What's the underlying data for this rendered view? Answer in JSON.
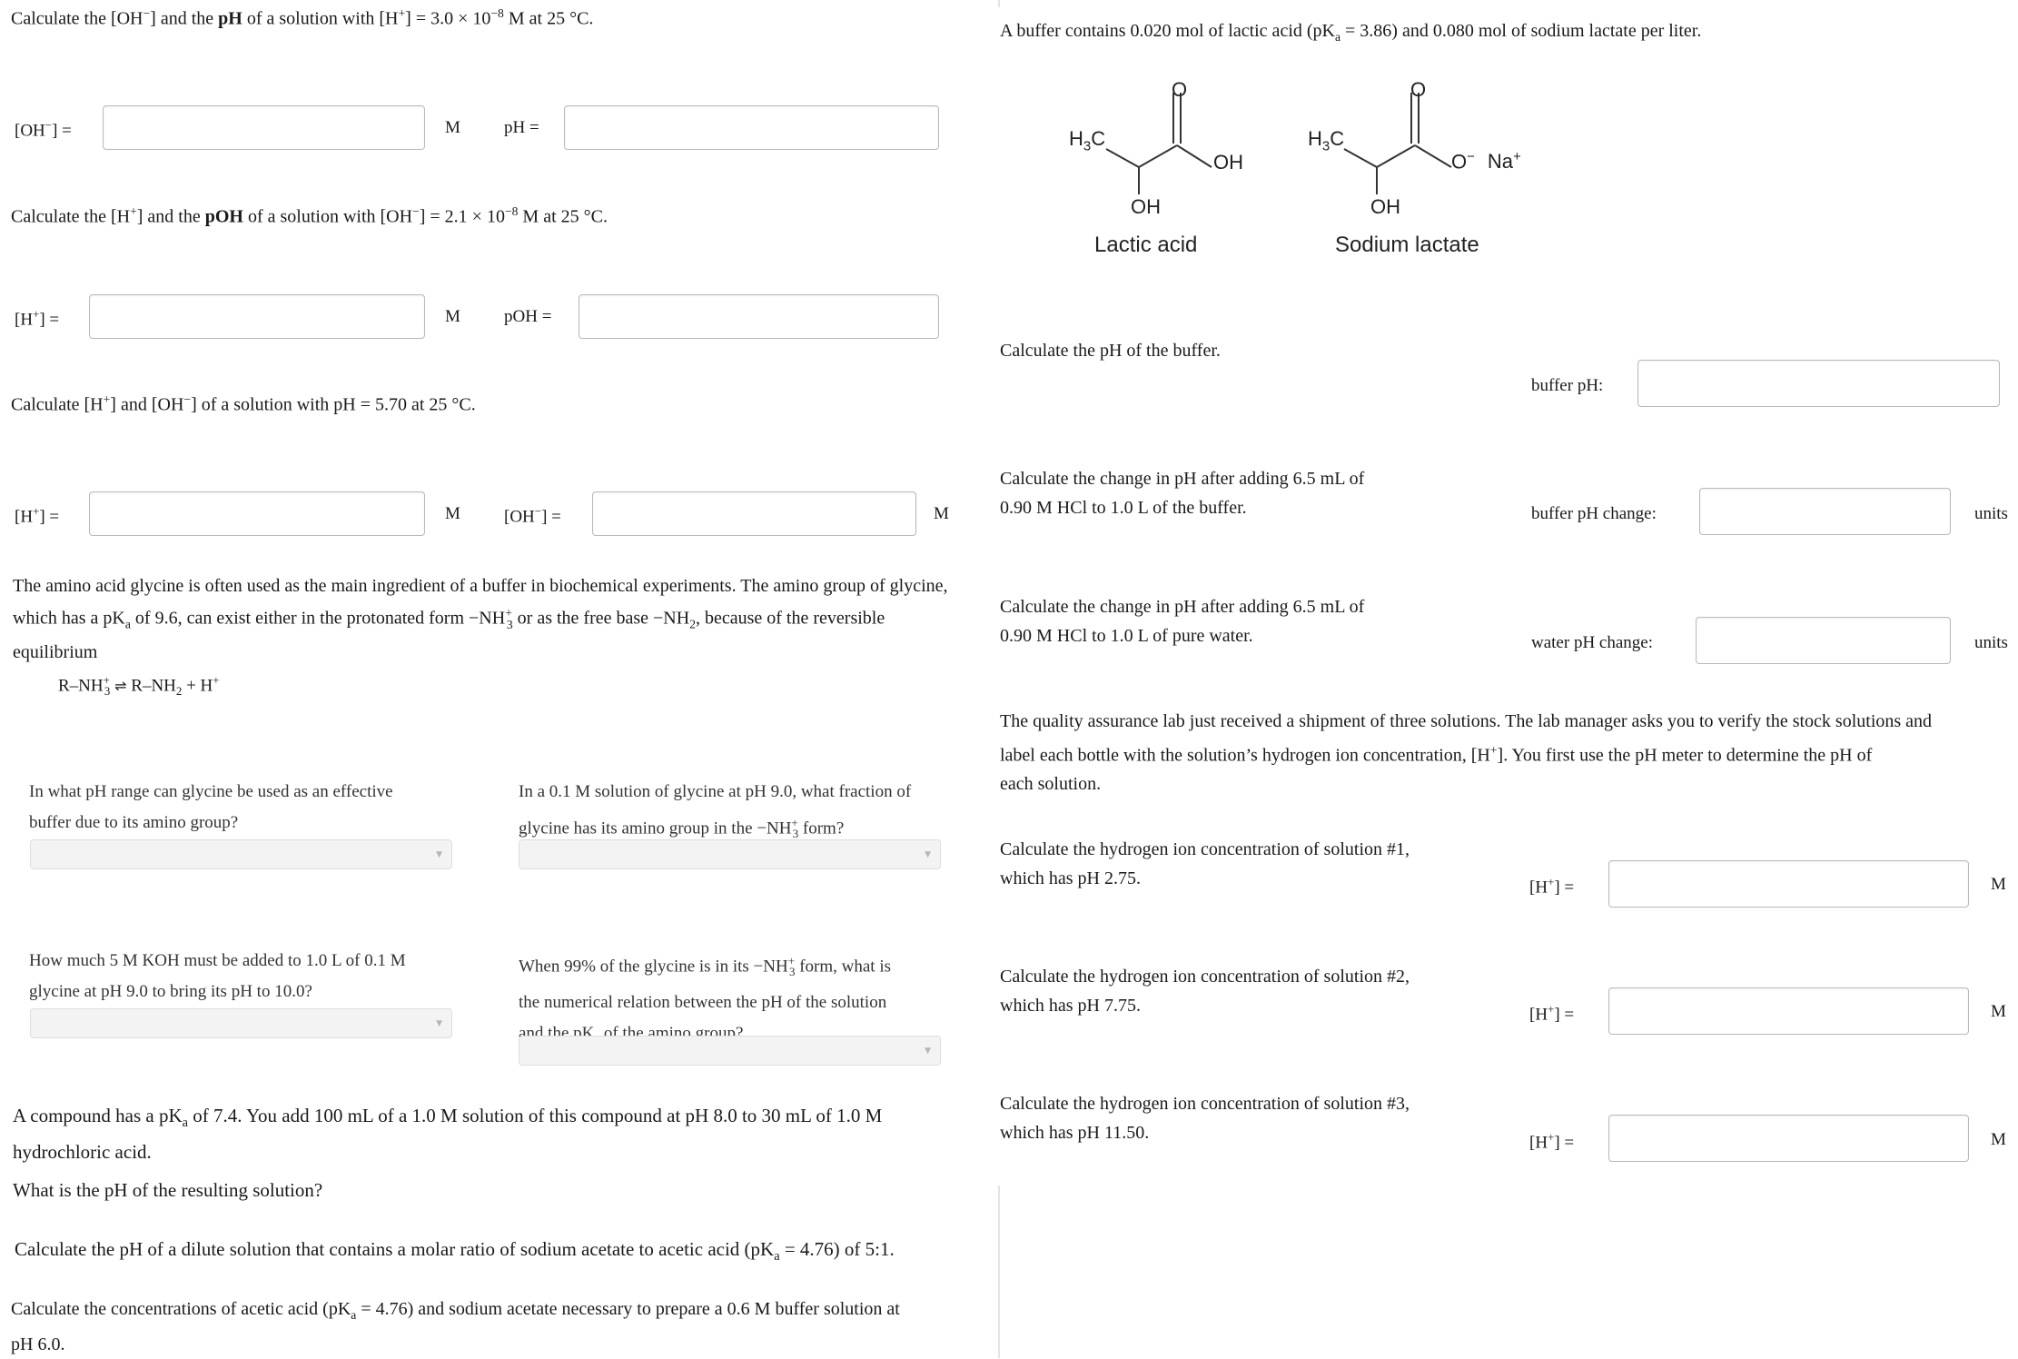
{
  "left": {
    "q1": {
      "pre": "Calculate the [OH",
      "mid1": "] and the ",
      "bold": "pH",
      "mid2": " of a solution with [H",
      "mid3": "] = 3.0 × 10",
      "exp": "−8",
      "post": " M at 25 °C.",
      "lbl1": "[OH",
      "lbl1b": "] =",
      "unit1": "M",
      "lbl2": "pH ="
    },
    "q2": {
      "pre": "Calculate the [H",
      "mid1": "] and the ",
      "bold": "pOH",
      "mid2": " of a solution with [OH",
      "mid3": "] = 2.1 × 10",
      "exp": "−8",
      "post": " M at 25 °C.",
      "lbl1": "[H",
      "lbl1b": "] =",
      "unit1": "M",
      "lbl2": "pOH ="
    },
    "q3": {
      "pre": "Calculate [H",
      "mid1": "] and [OH",
      "post": "] of a solution with pH = 5.70 at 25 °C.",
      "lbl1": "[H",
      "lbl1b": "] =",
      "unit1": "M",
      "lbl2": "[OH",
      "lbl2b": "] =",
      "unit2": "M"
    },
    "glycine": {
      "l1": "The amino acid glycine is often used as the main ingredient of a buffer in biochemical experiments. The amino group of glycine,",
      "l2a": "which has a pK",
      "l2b": " of 9.6, can exist either in the protonated form −NH",
      "l2c": " or as the free base −NH",
      "l2d": ", because of the reversible",
      "l3": "equilibrium",
      "eq_a": "R–NH",
      "eq_arrow": "⇌",
      "eq_b": "R–NH",
      "eq_c": " + H",
      "qa1": "In what pH range can glycine be used as an effective",
      "qa2": "buffer due to its amino group?",
      "qb1": "In a 0.1 M solution of glycine at pH 9.0, what fraction of",
      "qb2a": "glycine has its amino group in the −NH",
      "qb2b": " form?",
      "qc1": "How much 5 M KOH must be added to 1.0 L of 0.1 M",
      "qc2": "glycine at pH 9.0 to bring its pH  to 10.0?",
      "qd1a": "When 99% of the glycine is in its −NH",
      "qd1b": " form, what is",
      "qd2": "the numerical relation between the pH of the solution",
      "qd3a": "and the pK",
      "qd3b": " of the amino group?"
    },
    "compound": {
      "l1a": "A compound has a pK",
      "l1b": " of 7.4. You add 100 mL of a 1.0 M solution of this compound at pH 8.0 to 30 mL of 1.0 M",
      "l2": "hydrochloric acid.",
      "q": "What is the pH of the resulting solution?"
    },
    "acetate1": {
      "a": "Calculate the pH of a dilute solution that contains a molar ratio of sodium acetate to acetic acid (pK",
      "b": " = 4.76) of 5:1."
    },
    "acetate2": {
      "a": "Calculate the concentrations of acetic acid (pK",
      "b": " = 4.76) and sodium acetate necessary to prepare a 0.6 M buffer solution at",
      "c": "pH 6.0."
    }
  },
  "right": {
    "buffer": {
      "a": "A buffer contains 0.020 mol of lactic acid (pK",
      "b": " = 3.86) and 0.080 mol of sodium lactate per liter.",
      "lactic_name": "Lactic acid",
      "lactate_name": "Sodium lactate",
      "h3c": "H",
      "oh": "OH",
      "o": "O",
      "ominus": "O",
      "na": "Na"
    },
    "q_ph": "Calculate the pH of the buffer.",
    "lbl_ph": "buffer pH:",
    "q_hcl1": "Calculate the change in pH after adding 6.5 mL of",
    "q_hcl2": "0.90 M HCl to 1.0 L of the buffer.",
    "lbl_change": "buffer pH change:",
    "units1": "units",
    "q_water1": "Calculate the change in pH after adding 6.5 mL of",
    "q_water2": "0.90 M HCl to 1.0 L of pure water.",
    "lbl_water": "water pH change:",
    "units2": "units",
    "qa1": "The quality assurance lab just received a shipment of three solutions. The lab manager asks you to verify the stock solutions and",
    "qa2a": "label each bottle with the solution’s hydrogen ion concentration, [H",
    "qa2b": "]. You first use the pH meter to determine the pH of",
    "qa3": "each solution.",
    "s1a": "Calculate the hydrogen ion concentration of solution #1,",
    "s1b": "which has pH 2.75.",
    "s2a": "Calculate the hydrogen ion concentration of solution #2,",
    "s2b": "which has pH 7.75.",
    "s3a": "Calculate the hydrogen ion concentration of solution #3,",
    "s3b": "which has pH 11.50.",
    "h_lbl_a": "[H",
    "h_lbl_b": "] =",
    "unit_m": "M"
  },
  "sym": {
    "minus": "−",
    "plus": "+",
    "a": "a",
    "two": "2",
    "three": "3",
    "three_plus": "+3"
  }
}
